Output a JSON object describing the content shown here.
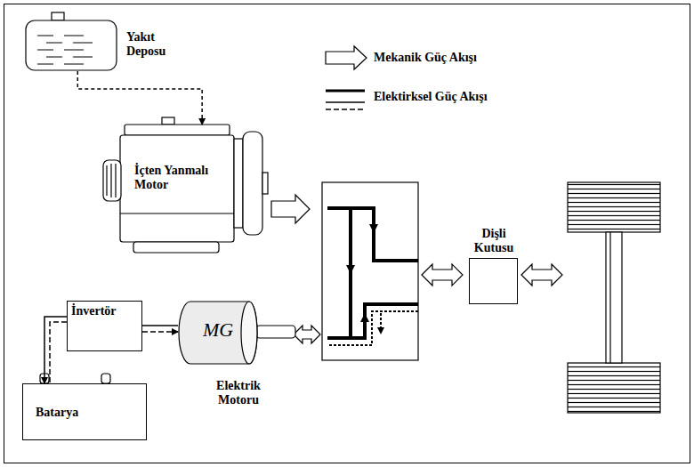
{
  "diagram": {
    "nodes": [
      {
        "text": [
          "Yakıt Deposu"
        ]
      },
      {
        "text": [
          "İçten Yanmalı Motor"
        ]
      },
      {
        "text": [
          "İnvertör"
        ]
      },
      {
        "text": [
          "Batarya"
        ]
      },
      {
        "text": [
          "MG",
          "Elektrik Motoru"
        ]
      },
      {
        "text": [
          "Dişli Kutusu"
        ]
      }
    ],
    "edges": [
      {
        "from": 0,
        "to": 1,
        "arrow": "to"
      },
      {
        "from": 2,
        "to": 3,
        "arrow": "to"
      },
      {
        "from": 2,
        "to": 4,
        "arrow": "to"
      }
    ],
    "legend": [
      {
        "text": "Mekanik Güç Akışı"
      },
      {
        "text": "Elektirksel Güç Akışı"
      }
    ]
  }
}
